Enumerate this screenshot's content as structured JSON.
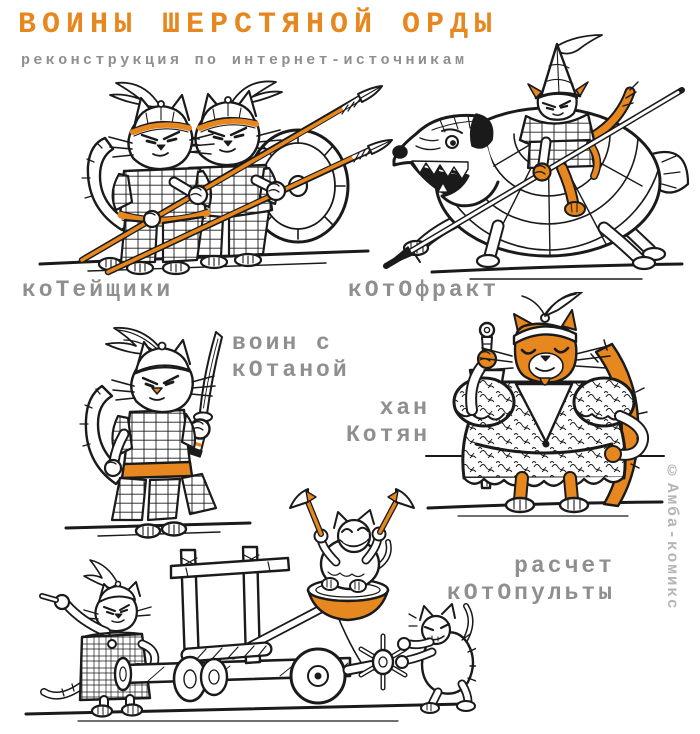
{
  "comic": {
    "title": "ВОИНЫ ШЕРСТЯНОЙ ОРДЫ",
    "subtitle": "реконструкция по интернет-источникам",
    "watermark": "©Амба-комикс",
    "figures": [
      {
        "name": "cat-spearmen",
        "label_lines": [
          "коТейщики"
        ]
      },
      {
        "name": "cat-cataphract-on-armored-dog",
        "label_lines": [
          "кОтОфракт"
        ]
      },
      {
        "name": "cat-warrior-with-katana",
        "label_lines": [
          "воин с",
          "кОтаной"
        ]
      },
      {
        "name": "khan-kotyan-fat-orange-cat",
        "label_lines": [
          "хан",
          "Котян"
        ]
      },
      {
        "name": "cat-catapult-crew",
        "label_lines": [
          "расчет",
          "кОтОпульты"
        ]
      }
    ],
    "colors": {
      "accent_orange": "#E6871F",
      "label_gray": "#8F8F8F",
      "ink": "#1A1A1A",
      "watermark_gray": "#B5B5B5",
      "background": "#FFFFFF"
    }
  }
}
